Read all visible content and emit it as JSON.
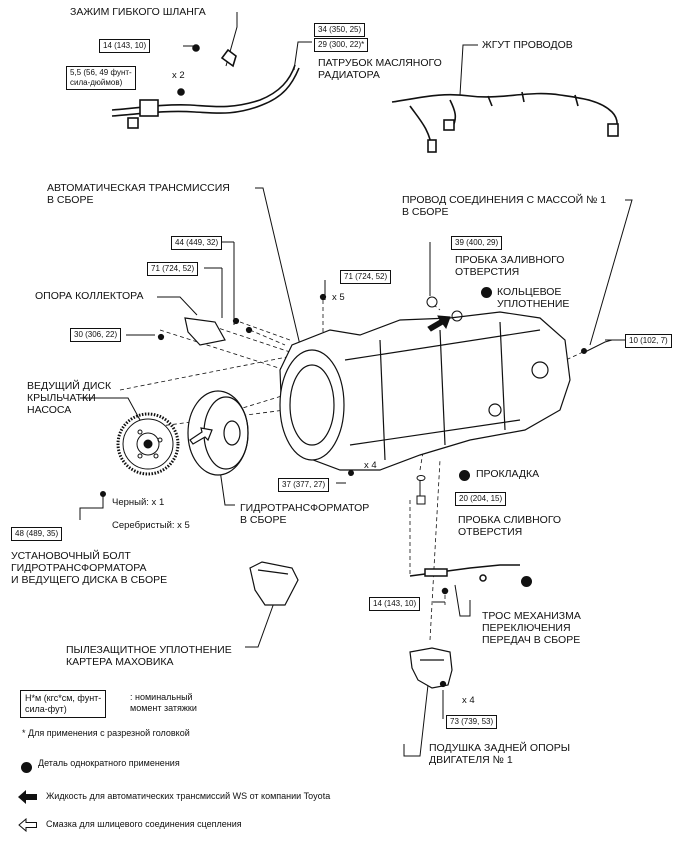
{
  "labels": {
    "hose_clamp": "ЗАЖИМ ГИБКОГО ШЛАНГА",
    "cooler_pipe": "ПАТРУБОК МАСЛЯНОГО\nРАДИАТОРА",
    "wire_harness": "ЖГУТ ПРОВОДОВ",
    "auto_trans": "АВТОМАТИЧЕСКАЯ ТРАНСМИССИЯ\nВ СБОРЕ",
    "ground_wire": "ПРОВОД СОЕДИНЕНИЯ С МАССОЙ № 1\nВ СБОРЕ",
    "filler_plug": "ПРОБКА ЗАЛИВНОГО\nОТВЕРСТИЯ",
    "o_ring": "КОЛЬЦЕВОЕ\nУПЛОТНЕНИЕ",
    "manifold_support": "ОПОРА КОЛЛЕКТОРА",
    "drive_plate": "ВЕДУЩИЙ ДИСК\nКРЫЛЬЧАТКИ\nНАСОСА",
    "gasket": "ПРОКЛАДКА",
    "drain_plug": "ПРОБКА СЛИВНОГО\nОТВЕРСТИЯ",
    "torque_converter": "ГИДРОТРАНСФОРМАТОР\nВ СБОРЕ",
    "black": "Черный: x 1",
    "silver": "Серебристый: x 5",
    "setting_bolt": "УСТАНОВОЧНЫЙ БОЛТ\nГИДРОТРАНСФОРМАТОРА\nИ ВЕДУЩЕГО ДИСКА В СБОРЕ",
    "shift_cable": "ТРОС МЕХАНИЗМА\nПЕРЕКЛЮЧЕНИЯ\nПЕРЕДАЧ В СБОРЕ",
    "dust_seal": "ПЫЛЕЗАЩИТНОЕ УПЛОТНЕНИЕ\nКАРТЕРА МАХОВИКА",
    "rear_mount": "ПОДУШКА ЗАДНЕЙ ОПОРЫ\nДВИГАТЕЛЯ № 1",
    "x2": "x 2",
    "x5": "x 5",
    "x4a": "x 4",
    "x4b": "x 4"
  },
  "torques": {
    "t1": "14 (143, 10)",
    "t2": "5,5 (56, 49 фунт-\nсила-дюймов)",
    "t3": "34 (350, 25)",
    "t4": "29 (300, 22)*",
    "t5": "44 (449, 32)",
    "t6": "71 (724, 52)",
    "t7": "71 (724, 52)",
    "t8": "30 (306, 22)",
    "t9": "39 (400, 29)",
    "t10": "10 (102, 7)",
    "t11": "37 (377, 27)",
    "t12": "20 (204, 15)",
    "t13": "48 (489, 35)",
    "t14": "14 (143, 10)",
    "t15": "73 (739, 53)"
  },
  "legend": {
    "unit_box": "Н*м (кгс*см, фунт-\nсила-фут)",
    "unit_text": ": номинальный\nмомент затяжки",
    "slotted": "* Для применения с разрезной головкой",
    "non_reusable": "Деталь однократного применения",
    "ws_fluid": "Жидкость для автоматических трансмиссий WS от компании Toyota",
    "spline_grease": "Смазка для шлицевого соединения сцепления"
  }
}
